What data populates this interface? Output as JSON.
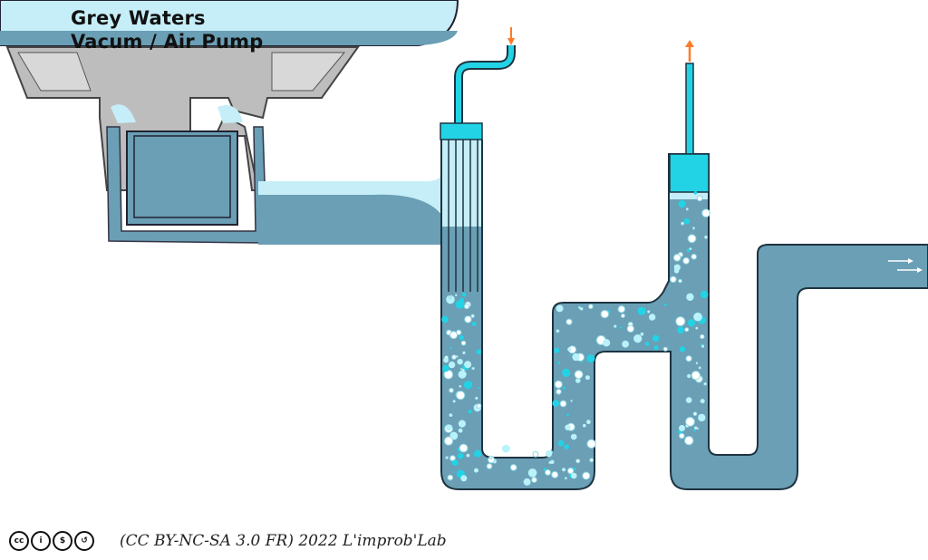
{
  "title": {
    "line1": "Grey Waters",
    "line2": "Vacum / Air Pump"
  },
  "footer": {
    "license": "(CC BY-NC-SA 3.0 FR) 2022 L'improb'Lab",
    "icons": [
      "cc-icon",
      "by-icon",
      "nc-icon",
      "sa-icon"
    ]
  },
  "colors": {
    "water": "#6a9fb5",
    "light_water": "#c8f0f8",
    "cyan": "#22d3e6",
    "grey_part": "#b8b8b8",
    "arrow": "#ff7a2a"
  }
}
